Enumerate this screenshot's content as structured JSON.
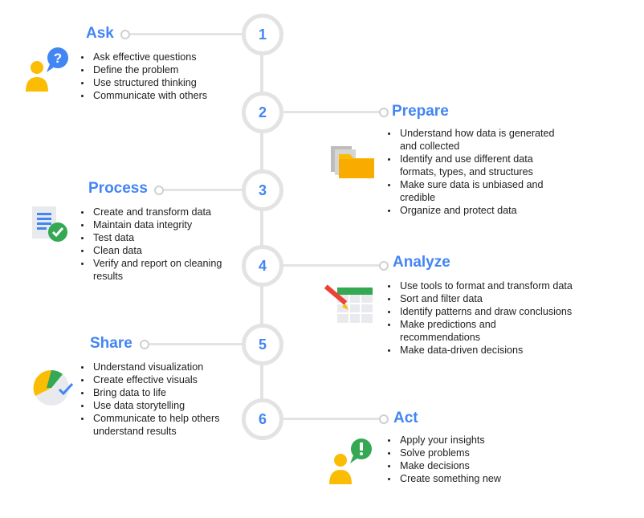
{
  "steps": [
    {
      "number": "1",
      "title": "Ask",
      "items": [
        "Ask effective questions",
        "Define the problem",
        "Use structured thinking",
        "Communicate with others"
      ]
    },
    {
      "number": "2",
      "title": "Prepare",
      "items": [
        "Understand how data is generated and collected",
        "Identify and use different data formats, types, and structures",
        "Make sure data is unbiased and credible",
        "Organize and protect data"
      ]
    },
    {
      "number": "3",
      "title": "Process",
      "items": [
        "Create and transform data",
        "Maintain data integrity",
        "Test data",
        "Clean data",
        "Verify and report on cleaning results"
      ]
    },
    {
      "number": "4",
      "title": "Analyze",
      "items": [
        "Use tools to format and transform data",
        "Sort and filter data",
        "Identify patterns and draw conclusions",
        "Make predictions and recommendations",
        "Make data-driven decisions"
      ]
    },
    {
      "number": "5",
      "title": "Share",
      "items": [
        "Understand visualization",
        "Create effective visuals",
        "Bring data to life",
        "Use data storytelling",
        "Communicate to help others understand results"
      ]
    },
    {
      "number": "6",
      "title": "Act",
      "items": [
        "Apply your insights",
        "Solve problems",
        "Make decisions",
        "Create something new"
      ]
    }
  ],
  "icons": {
    "ask": "person-question-icon",
    "prepare": "folder-files-icon",
    "process": "document-check-icon",
    "analyze": "spreadsheet-pencil-icon",
    "share": "pie-chart-check-icon",
    "act": "person-exclamation-icon"
  },
  "colors": {
    "accent": "#4285f4",
    "yellow": "#fbbc04",
    "green": "#34a853",
    "red": "#ea4335",
    "connector": "#e3e3e3"
  }
}
